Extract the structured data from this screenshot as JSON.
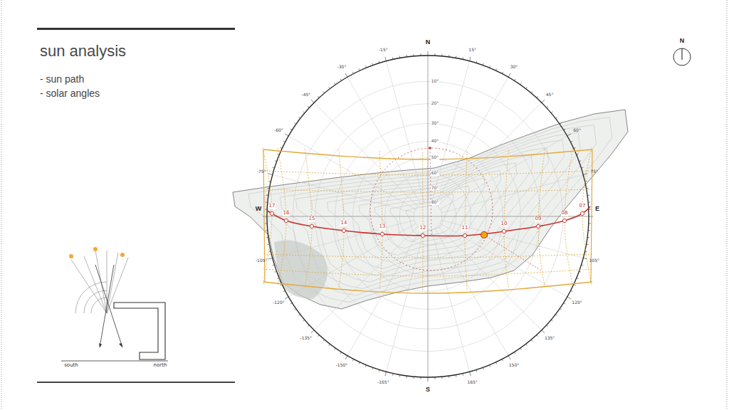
{
  "diagram": {
    "title": "sun analysis",
    "labels": [
      "- sun path",
      "- solar angles",
      "N",
      "S",
      "W",
      "E",
      "N",
      "south",
      "north",
      "17",
      "16",
      "15",
      "14",
      "13",
      "12",
      "11",
      "10",
      "09",
      "08",
      "07",
      "-15°",
      "15°",
      "-30°",
      "30°",
      "-45°",
      "45°",
      "-60°",
      "60°",
      "-75°",
      "75°",
      "-105°",
      "105°",
      "-120°",
      "120°",
      "-135°",
      "135°",
      "-150°",
      "150°",
      "-165°",
      "165°",
      "10°",
      "20°",
      "30°",
      "40°",
      "50°",
      "60°",
      "70°",
      "80°"
    ]
  }
}
